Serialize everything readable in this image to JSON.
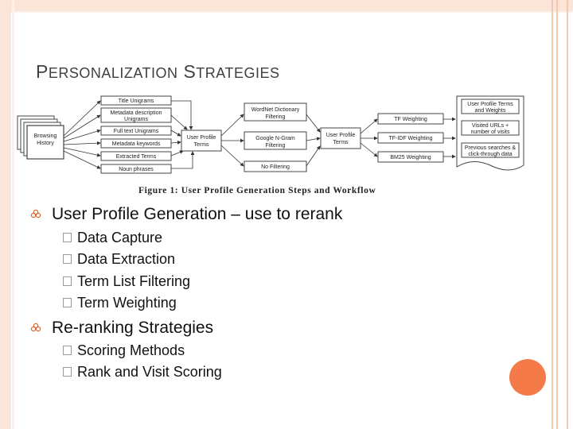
{
  "slide": {
    "title_first_letter_1": "P",
    "title_rest_1": "ERSONALIZATION",
    "title_first_letter_2": "S",
    "title_rest_2": "TRATEGIES",
    "accent_color": "#f47a4a",
    "border_color": "#fbe5d8"
  },
  "figure": {
    "caption": "Figure 1: User Profile Generation Steps and Workflow",
    "nodes": {
      "browsing_history": [
        "Browsing",
        "History"
      ],
      "title_unigrams": "Title Unigrams",
      "metadata_description": [
        "Metadata description",
        "Unigrams"
      ],
      "full_text_unigrams": "Full text Unigrams",
      "metadata_keywords": "Metadata keywords",
      "extracted_terms": "Extracted Terms",
      "noun_phrases": "Noun phrases",
      "user_profile_terms_1": [
        "User Profile",
        "Terms"
      ],
      "wordnet_filtering": [
        "WordNet Dictionary",
        "Filtering"
      ],
      "google_ngram_filtering": [
        "Google N-Gram",
        "Filtering"
      ],
      "no_filtering": "No Filtering",
      "user_profile_terms_2": [
        "User Profile",
        "Terms"
      ],
      "tf_weighting": "TF Weighting",
      "tfidf_weighting": "TF-IDF Weighting",
      "bm25_weighting": "BM25 Weighting",
      "user_profile_terms_weights": [
        "User Profile Terms",
        "and Weights"
      ],
      "visited_urls": [
        "Visited URLs +",
        "number of visits"
      ],
      "previous_searches": [
        "Previous searches &",
        "click-through data"
      ]
    }
  },
  "bullets": [
    {
      "text": "User Profile Generation – use to rerank",
      "children": [
        "Data Capture",
        "Data Extraction",
        "Term List Filtering",
        "Term Weighting"
      ]
    },
    {
      "text": "Re-ranking Strategies",
      "children": [
        "Scoring Methods",
        "Rank and Visit Scoring"
      ]
    }
  ]
}
